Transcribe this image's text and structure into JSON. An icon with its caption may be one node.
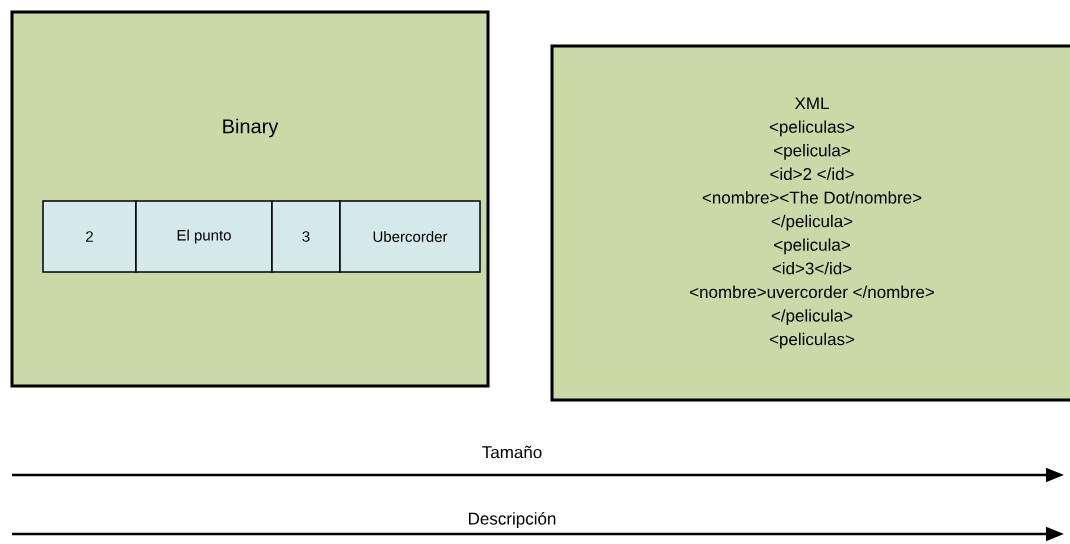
{
  "diagram": {
    "nodes": [
      {
        "text": [
          "Binary"
        ]
      },
      {
        "text": [
          "2"
        ],
        "in": 0
      },
      {
        "text": [
          "El punto"
        ],
        "in": 0
      },
      {
        "text": [
          "3"
        ],
        "in": 0
      },
      {
        "text": [
          "Ubercorder"
        ],
        "in": 0
      },
      {
        "text": [
          "XML",
          "<peliculas>",
          "<pelicula>",
          "<id>2 </id>",
          "<nombre><The Dot/nombre>",
          "</pelicula>",
          "<pelicula>",
          "<id>3</id>",
          "<nombre>uvercorder </nombre>",
          "</pelicula>",
          "<peliculas>"
        ]
      }
    ],
    "edges": [],
    "labels": [
      "Tamaño",
      "Descripción"
    ]
  }
}
